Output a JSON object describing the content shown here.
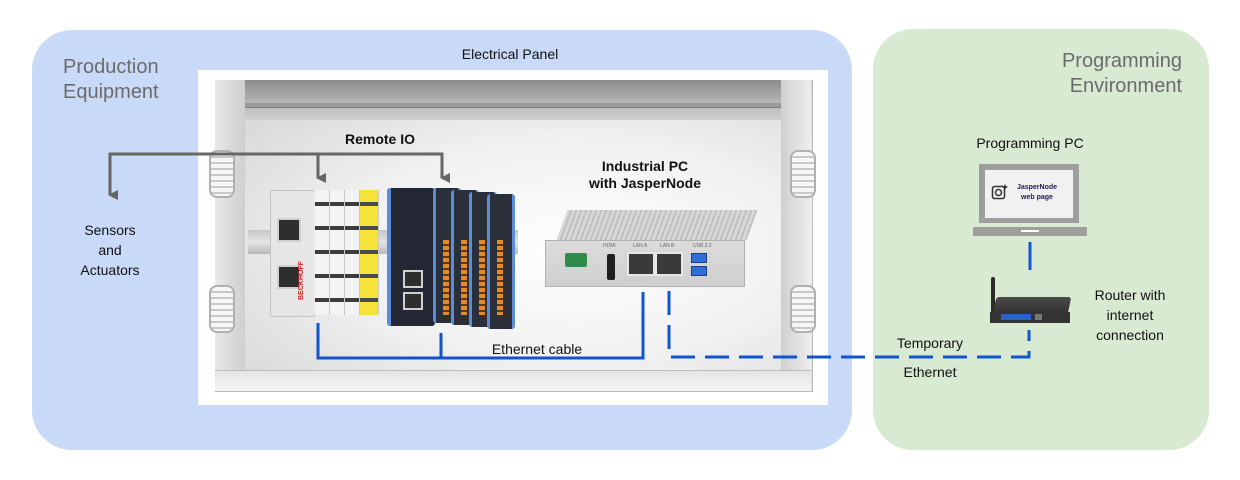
{
  "zones": {
    "production": {
      "title_line1": "Production",
      "title_line2": "Equipment",
      "color": "#c9daf8"
    },
    "programming": {
      "title_line1": "Programming",
      "title_line2": "Environment",
      "color": "#d9ead3"
    }
  },
  "panel": {
    "title": "Electrical Panel"
  },
  "remote_io": {
    "label": "Remote IO",
    "brand": "BECKHOFF"
  },
  "sensors": {
    "line1": "Sensors",
    "line2": "and",
    "line3": "Actuators"
  },
  "industrial_pc": {
    "line1": "Industrial PC",
    "line2": "with JasperNode",
    "ports": [
      "HDMI",
      "LAN A",
      "LAN B",
      "USB 3.2"
    ]
  },
  "ethernet_cable": {
    "label": "Ethernet cable",
    "color": "#1155cc"
  },
  "programming_pc": {
    "label": "Programming PC",
    "screen_line1": "JasperNode",
    "screen_line2": "web page"
  },
  "router": {
    "line1": "Router with",
    "line2": "internet",
    "line3": "connection"
  },
  "temporary_ethernet": {
    "line1": "Temporary",
    "line2": "Ethernet"
  },
  "arrow_color": "#666666"
}
